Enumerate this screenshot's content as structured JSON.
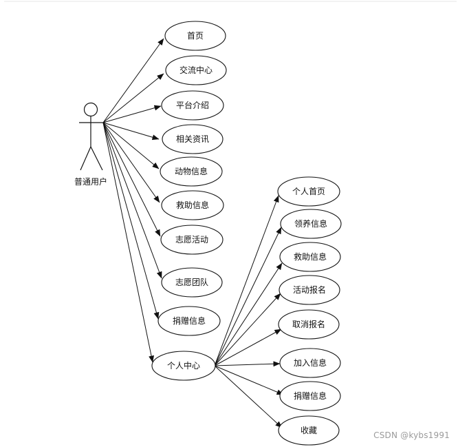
{
  "diagram": {
    "actor": {
      "label": "普通用户"
    },
    "use_cases_left": [
      "首页",
      "交流中心",
      "平台介绍",
      "相关资讯",
      "动物信息",
      "救助信息",
      "志愿活动",
      "志愿团队",
      "捐赠信息",
      "个人中心"
    ],
    "personal_center_subcases": [
      "个人首页",
      "领养信息",
      "救助信息",
      "活动报名",
      "取消报名",
      "加入信息",
      "捐赠信息",
      "收藏"
    ],
    "watermark": "CSDN @kybs1991"
  }
}
